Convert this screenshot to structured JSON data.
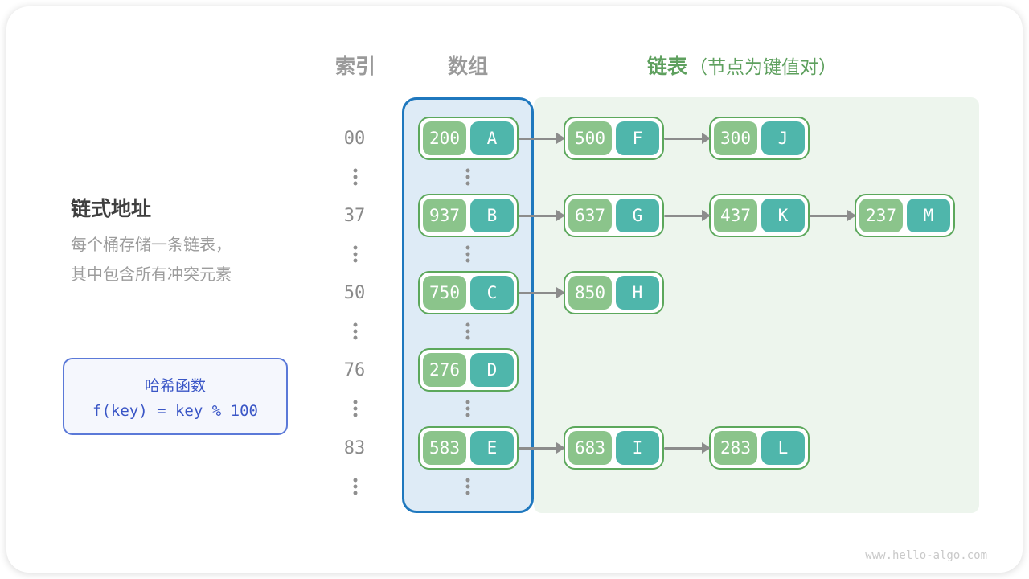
{
  "header": {
    "index_label": "索引",
    "array_label": "数组",
    "list_label": "链表",
    "list_note": "（节点为键值对）"
  },
  "info": {
    "title": "链式地址",
    "desc_lines": [
      "每个桶存储一条链表，",
      "其中包含所有冲突元素"
    ],
    "hash_box": {
      "title": "哈希函数",
      "formula": "f(key) = key % 100"
    }
  },
  "hash_table": {
    "rows": [
      {
        "index": "00",
        "nodes": [
          {
            "key": "200",
            "value": "A"
          },
          {
            "key": "500",
            "value": "F"
          },
          {
            "key": "300",
            "value": "J"
          }
        ]
      },
      {
        "index": "37",
        "nodes": [
          {
            "key": "937",
            "value": "B"
          },
          {
            "key": "637",
            "value": "G"
          },
          {
            "key": "437",
            "value": "K"
          },
          {
            "key": "237",
            "value": "M"
          }
        ]
      },
      {
        "index": "50",
        "nodes": [
          {
            "key": "750",
            "value": "C"
          },
          {
            "key": "850",
            "value": "H"
          }
        ]
      },
      {
        "index": "76",
        "nodes": [
          {
            "key": "276",
            "value": "D"
          }
        ]
      },
      {
        "index": "83",
        "nodes": [
          {
            "key": "583",
            "value": "E"
          },
          {
            "key": "683",
            "value": "I"
          },
          {
            "key": "283",
            "value": "L"
          }
        ]
      }
    ]
  },
  "watermark": "www.hello-algo.com",
  "colors": {
    "key_cell_green": "#8BC48B",
    "value_cell_teal": "#4FB6AB",
    "node_border_green": "#5CA85C",
    "array_bg_blue": "#DEEBF6",
    "array_border_blue": "#1F78BE",
    "list_bg_green": "#EDF5ED",
    "arrow_gray": "#8C8C8C",
    "accent_blue": "#3A56C6",
    "accent_green": "#5EA05E"
  }
}
